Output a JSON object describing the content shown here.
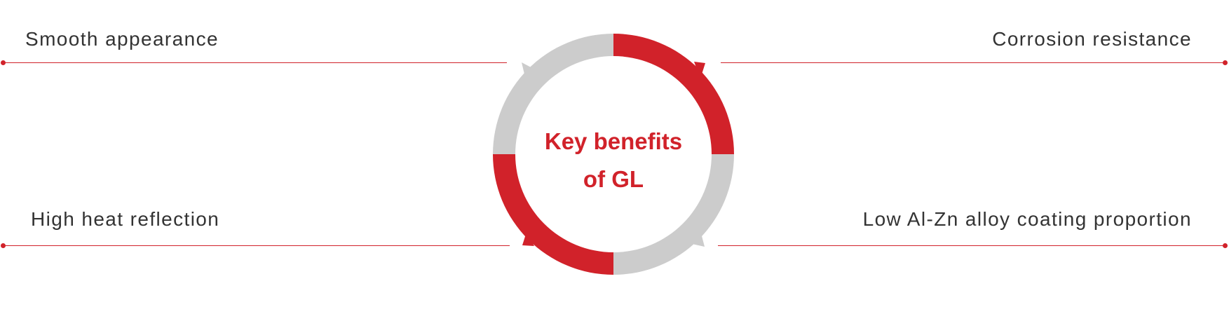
{
  "center": {
    "line1": "Key benefits",
    "line2": "of GL"
  },
  "benefits": {
    "top_left": "Smooth appearance",
    "top_right": "Corrosion resistance",
    "bottom_left": "High heat reflection",
    "bottom_right": "Low Al-Zn alloy coating proportion"
  },
  "colors": {
    "accent": "#d1222a",
    "ring_gray": "#cccccc",
    "text": "#333333"
  }
}
